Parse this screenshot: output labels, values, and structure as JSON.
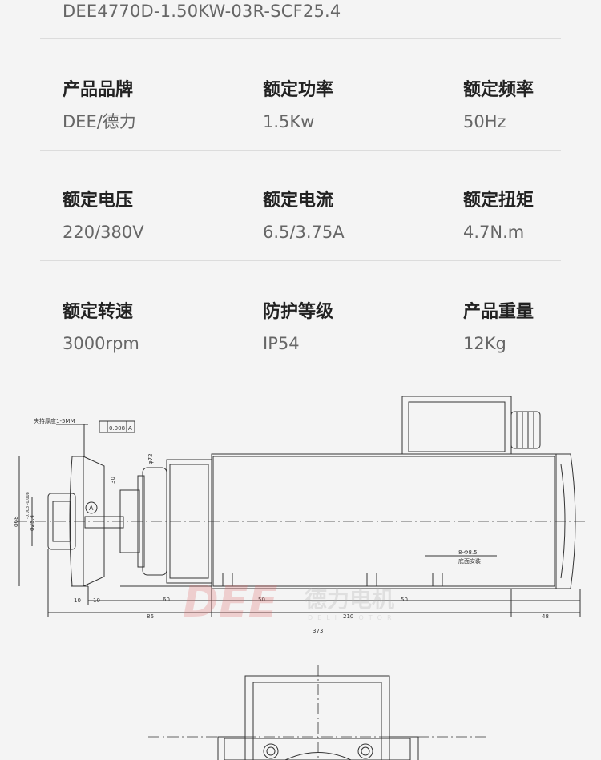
{
  "model": "DEE4770D-1.50KW-03R-SCF25.4",
  "specs": [
    {
      "label": "产品品牌",
      "value": "DEE/德力"
    },
    {
      "label": "额定功率",
      "value": "1.5Kw"
    },
    {
      "label": "额定频率",
      "value": "50Hz"
    },
    {
      "label": "额定电压",
      "value": "220/380V"
    },
    {
      "label": "额定电流",
      "value": "6.5/3.75A"
    },
    {
      "label": "额定扭矩",
      "value": "4.7N.m"
    },
    {
      "label": "额定转速",
      "value": "3000rpm"
    },
    {
      "label": "防护等级",
      "value": "IP54"
    },
    {
      "label": "产品重量",
      "value": "12Kg"
    }
  ],
  "drawing": {
    "note_left": "夹持厚度1-5MM",
    "tolerance": "0.008",
    "datum": "A",
    "circle_label": "A",
    "dim_phi72": "φ72",
    "dim_phi68": "φ68",
    "dim_phi25": "φ25.4",
    "dim_phi25_tol": "-0.003 -0.008",
    "dim_30": "30",
    "dim_10a": "10",
    "dim_10b": "10",
    "dim_60": "60",
    "dim_50a": "50",
    "dim_50b": "50",
    "dim_86": "86",
    "dim_210": "210",
    "dim_48": "48",
    "dim_373": "373",
    "hole_note": "8-Φ8.5",
    "hole_note2": "底面安装",
    "watermark_logo": "DEE",
    "watermark_cn": "德力电机",
    "watermark_en": "DELI MOTOR"
  }
}
